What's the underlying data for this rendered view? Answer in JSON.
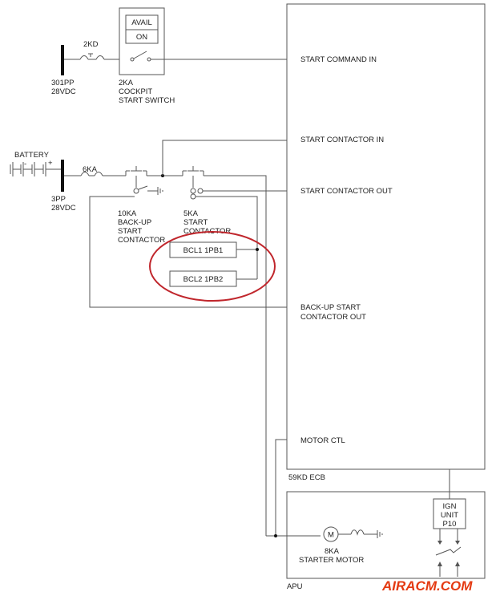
{
  "switch_2ka_box": {
    "avail": "AVAIL",
    "on": "ON"
  },
  "bus_301pp": {
    "id": "301PP",
    "voltage": "28VDC"
  },
  "breaker_2kd": "2KD",
  "switch_2ka": {
    "id": "2KA",
    "line1": "COCKPIT",
    "line2": "START SWITCH"
  },
  "battery": "BATTERY",
  "battery_plus": "+",
  "battery_minus": "-",
  "breaker_6ka": "6KA",
  "bus_3pp": {
    "id": "3PP",
    "voltage": "28VDC"
  },
  "contactor_10ka": {
    "id": "10KA",
    "line1": "BACK-UP",
    "line2": "START",
    "line3": "CONTACTOR"
  },
  "contactor_5ka": {
    "id": "5KA",
    "line1": "START",
    "line2": "CONTACTOR"
  },
  "bcl1": "BCL1 1PB1",
  "bcl2": "BCL2 1PB2",
  "ecb": {
    "start_command_in": "START COMMAND IN",
    "start_contactor_in": "START CONTACTOR IN",
    "start_contactor_out": "START CONTACTOR OUT",
    "backup_line1": "BACK-UP START",
    "backup_line2": "CONTACTOR OUT",
    "motor_ctl": "MOTOR CTL",
    "name": "59KD ECB"
  },
  "ign_unit": {
    "line1": "IGN",
    "line2": "UNIT",
    "line3": "P10"
  },
  "starter": {
    "symbol": "M",
    "id": "8KA",
    "name": "STARTER MOTOR"
  },
  "apu": "APU",
  "watermark": "AIRACM.COM",
  "highlight_color": "#c0262c",
  "watermark_color": "#e43a12"
}
